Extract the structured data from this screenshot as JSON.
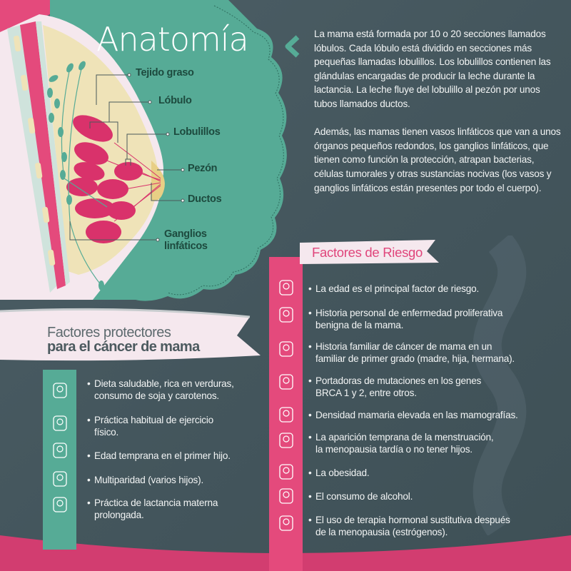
{
  "anatomy": {
    "title": "Anatomía",
    "labels": {
      "fat": "Tejido graso",
      "lobe": "Lóbulo",
      "lobules": "Lobulillos",
      "nipple": "Pezón",
      "ducts": "Ductos",
      "lymph1": "Ganglios",
      "lymph2": "linfáticos"
    }
  },
  "description": {
    "p1": "La mama está formada por 10 o 20 secciones llamados lóbulos. Cada lóbulo está dividido en secciones más pequeñas llamadas lobulillos. Los lobulillos contienen las glándulas encargadas de producir la leche durante la lactancia. La leche fluye del lobulillo al pezón por unos tubos llamados ductos.",
    "p2": "Además, las mamas tienen vasos linfáticos que van a unos órganos pequeños redondos, los ganglios linfáticos, que tienen como función la protección, atrapan bacterias, células tumorales y otras sustancias nocivas (los vasos y ganglios linfáticos están presentes por todo el cuerpo)."
  },
  "risk": {
    "title": "Factores de Riesgo",
    "items": [
      {
        "icon": "cane-icon",
        "l1": "La edad es el principal factor de riesgo.",
        "l2": ""
      },
      {
        "icon": "notebook-icon",
        "l1": "Historia personal de enfermedad proliferativa",
        "l2": "benigna de la mama."
      },
      {
        "icon": "family-icon",
        "l1": "Historia familiar de cáncer de mama en un",
        "l2": "familiar de primer grado (madre, hija, hermana)."
      },
      {
        "icon": "dna-icon",
        "l1": "Portadoras de mutaciones en los genes",
        "l2": "BRCA 1 y 2, entre otros."
      },
      {
        "icon": "mammogram-icon",
        "l1": "Densidad mamaria elevada en las mamografías.",
        "l2": ""
      },
      {
        "icon": "uterus-icon",
        "l1": "La aparición temprana de la menstruación,",
        "l2": "la menopausia tardía o no tener hijos."
      },
      {
        "icon": "scale-icon",
        "l1": "La obesidad.",
        "l2": ""
      },
      {
        "icon": "bottle-icon",
        "l1": "El consumo de alcohol.",
        "l2": ""
      },
      {
        "icon": "pills-icon",
        "l1": "El uso de terapia hormonal sustitutiva después",
        "l2": "de la menopausia (estrógenos)."
      }
    ]
  },
  "protective": {
    "title1": "Factores protectores",
    "title2": "para el cáncer de mama",
    "items": [
      {
        "icon": "vegetables-icon",
        "l1": "Dieta saludable, rica en verduras,",
        "l2": "consumo de soja y carotenos."
      },
      {
        "icon": "bicycle-icon",
        "l1": "Práctica habitual de ejercicio",
        "l2": "físico."
      },
      {
        "icon": "pregnant-icon",
        "l1": "Edad temprana en el primer hijo.",
        "l2": ""
      },
      {
        "icon": "children-icon",
        "l1": "Multiparidad (varios hijos).",
        "l2": ""
      },
      {
        "icon": "breastfeeding-icon",
        "l1": "Práctica de lactancia materna",
        "l2": "prolongada."
      }
    ]
  },
  "bullet": "•",
  "colors": {
    "background": "#44565d",
    "teal": "#56ab96",
    "pink": "#e44a7c",
    "cream": "#efe3b8",
    "lightpink": "#f5e8ee",
    "labelText": "#1d4a3e"
  }
}
